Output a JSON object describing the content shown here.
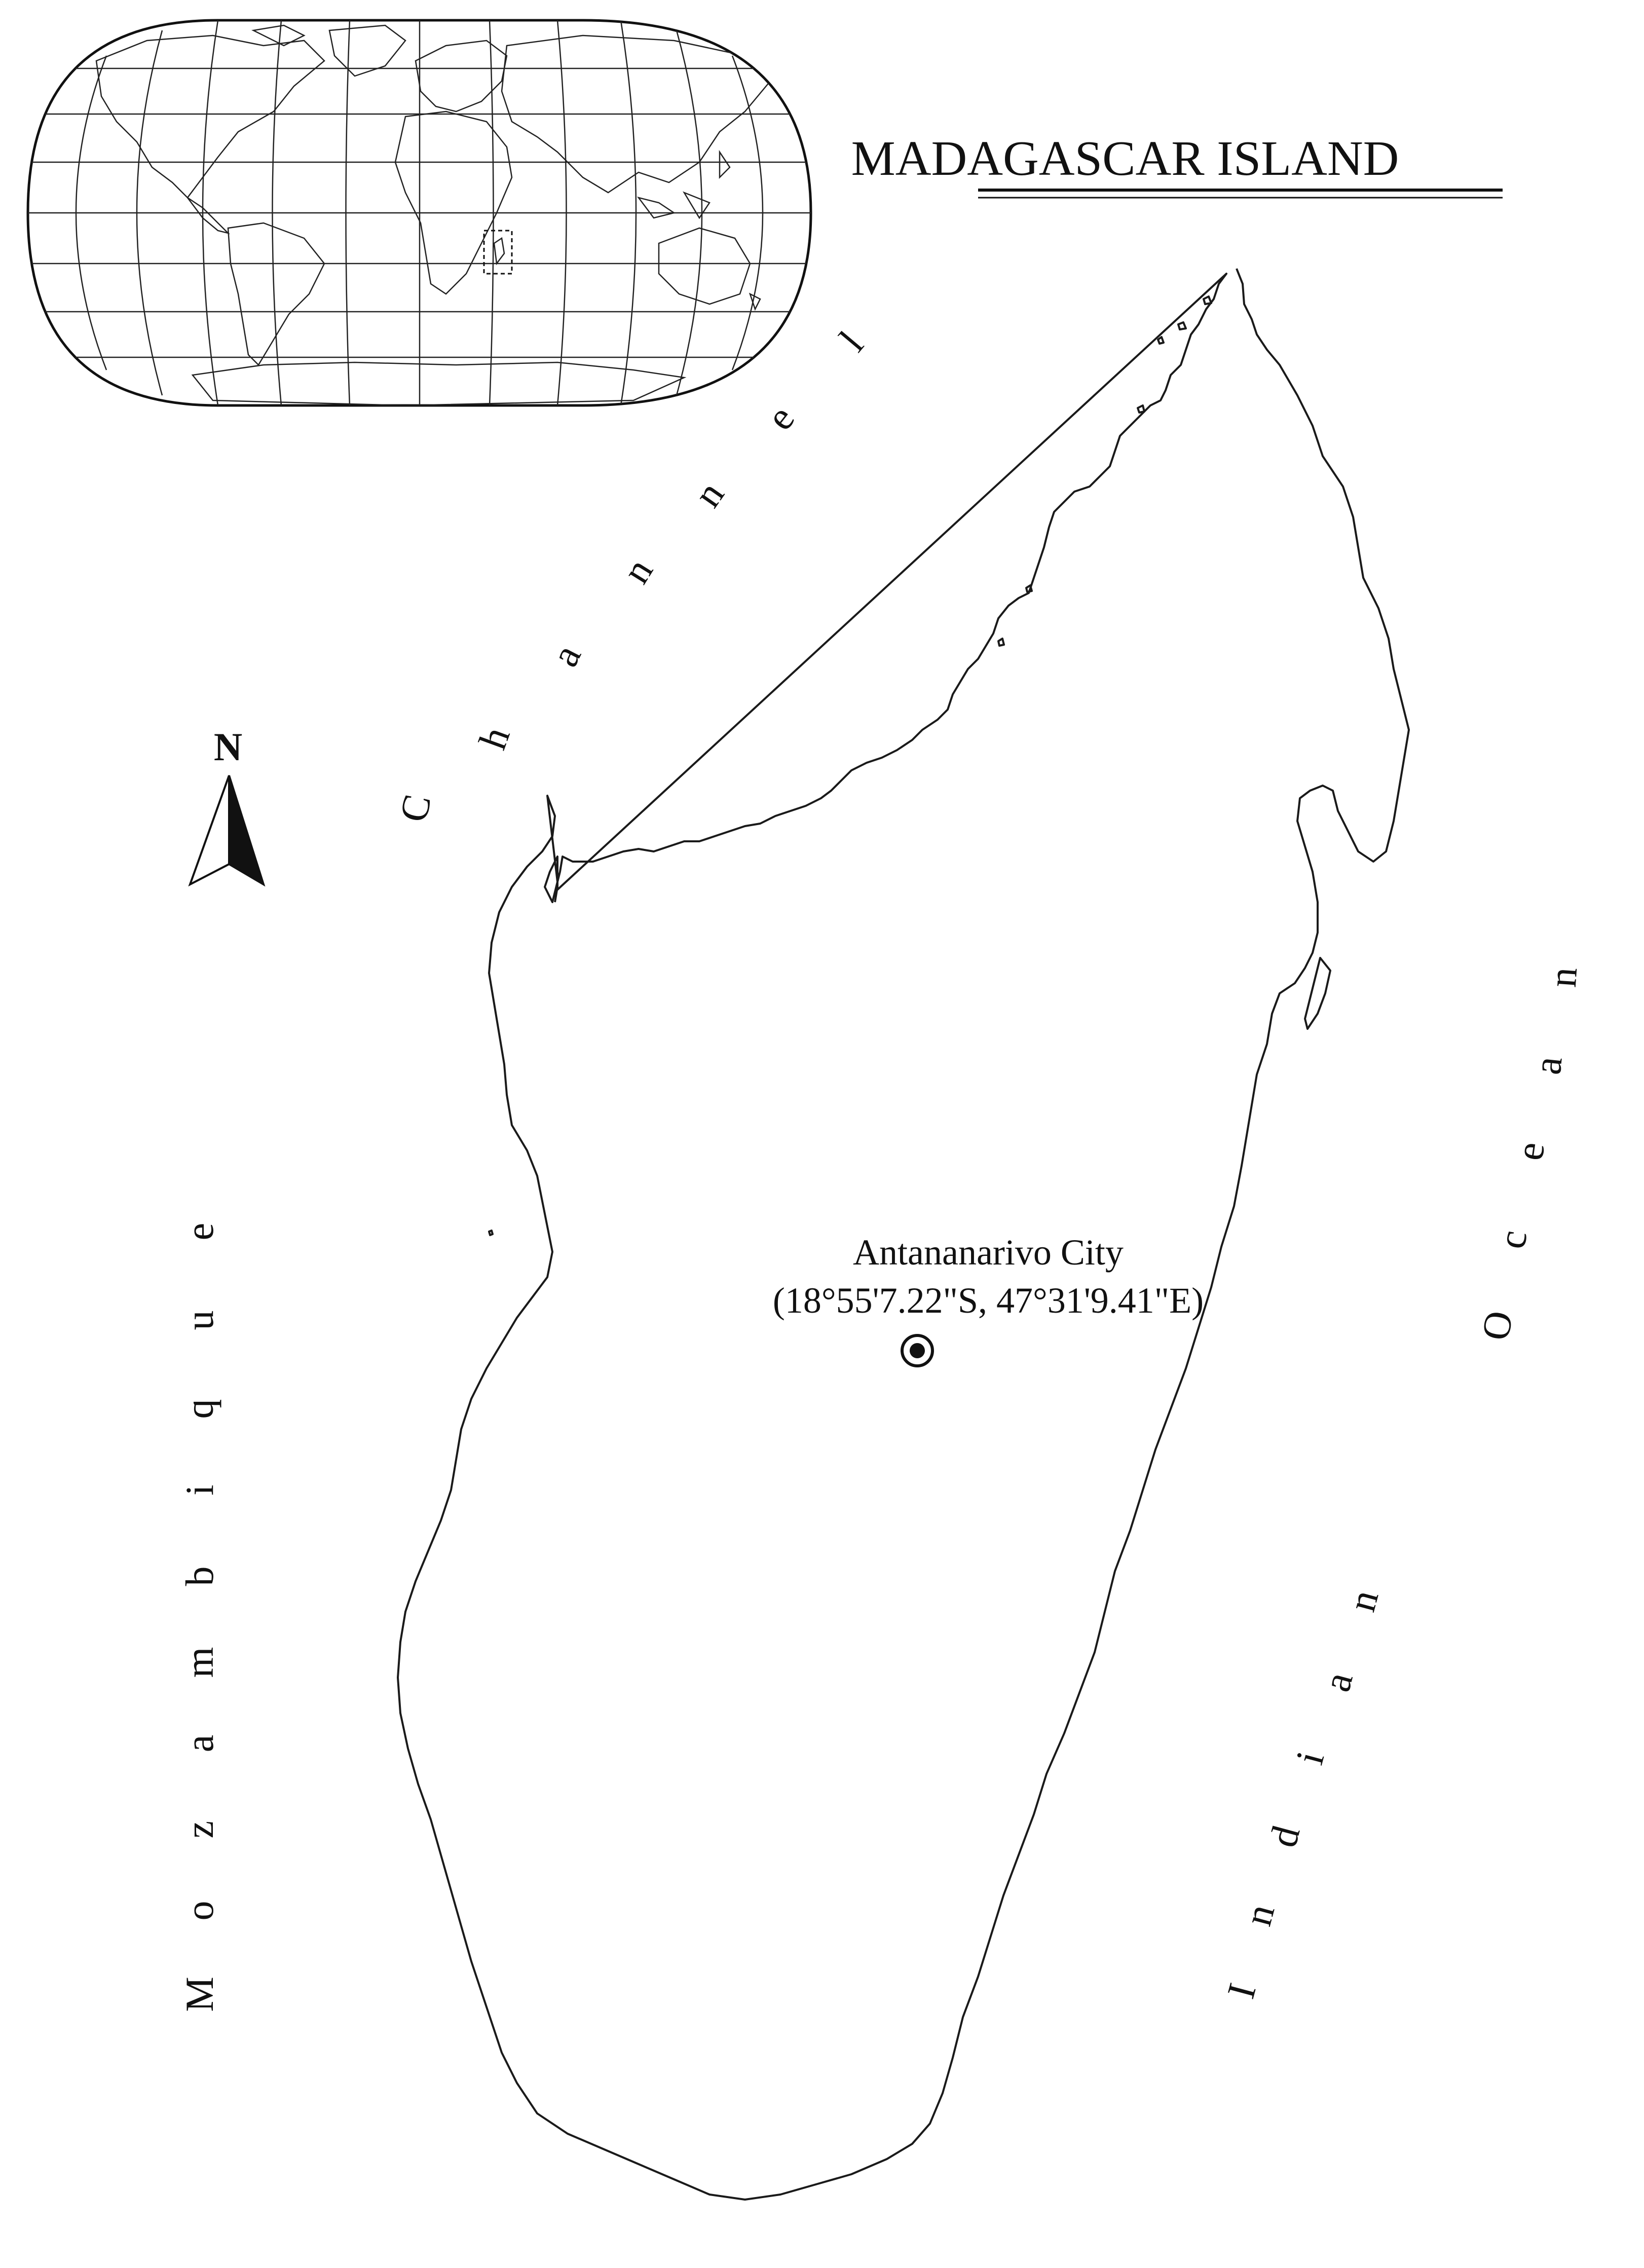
{
  "map": {
    "title": "MADAGASCAR ISLAND",
    "north_label": "N",
    "city_name": "Antananarivo City",
    "city_coords": "(18°55'7.22\"S, 47°31'9.41\"E)",
    "seas": {
      "mozambique_channel": "Mozambique Channel",
      "indian_ocean": "Indian Ocean"
    }
  },
  "colors": {
    "ink": "#111111",
    "background": "#ffffff"
  }
}
